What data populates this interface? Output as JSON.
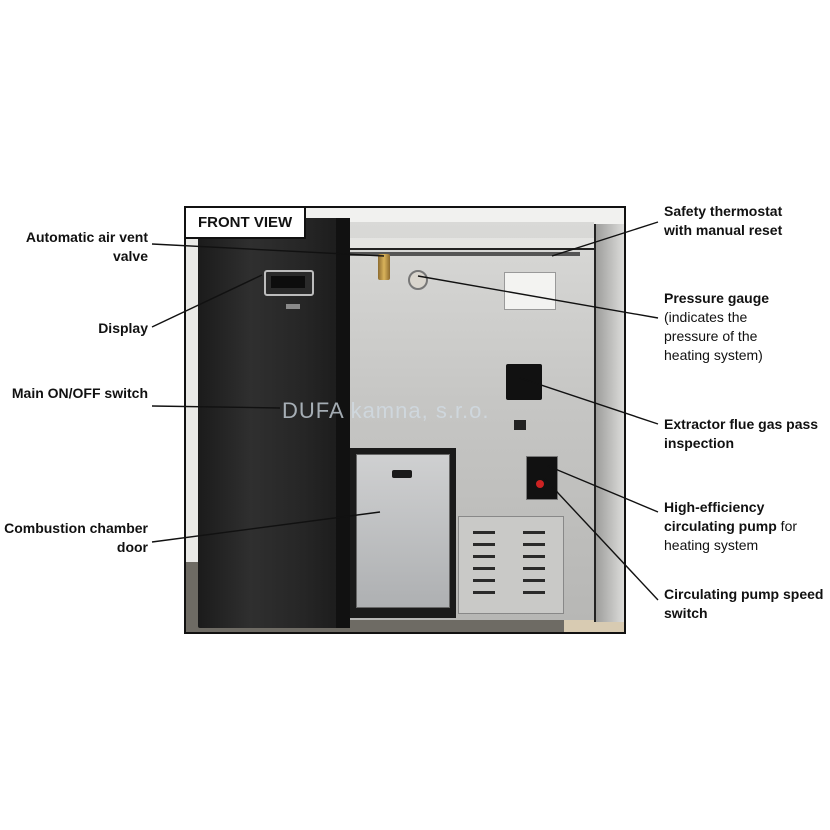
{
  "photo": {
    "tag": "FRONT VIEW",
    "watermark": "DUFA kamna, s.r.o."
  },
  "labels_left": [
    {
      "id": "air-vent",
      "line1": "Automatic air vent",
      "line2": "valve"
    },
    {
      "id": "display",
      "line1": "Display"
    },
    {
      "id": "main-switch",
      "line1": "Main ON/OFF switch"
    },
    {
      "id": "combustion-door",
      "line1": "Combustion chamber",
      "line2": "door"
    }
  ],
  "labels_right": {
    "thermostat": {
      "line1": "Safety thermostat",
      "line2": "with manual reset"
    },
    "gauge": {
      "title": "Pressure gauge",
      "line1": "(indicates the",
      "line2": "pressure of the",
      "line3": "heating system)"
    },
    "flue": {
      "line1": "Extractor flue gas pass",
      "line2": "inspection"
    },
    "pump": {
      "line1": "High-efficiency",
      "line2_bold": "circulating pump",
      "line2_reg": " for",
      "line3": "heating system"
    },
    "speed": {
      "line1": "Circulating pump speed",
      "line2": "switch"
    }
  }
}
